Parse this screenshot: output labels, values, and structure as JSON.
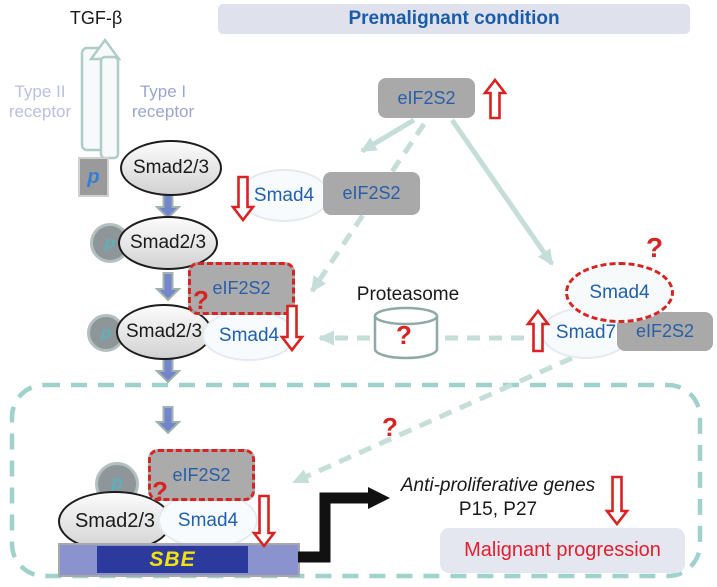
{
  "title": "Premalignant condition",
  "labels": {
    "ligand": "TGF-β",
    "receptor_type2": "Type II receptor",
    "receptor_type1": "Type I receptor",
    "phospho": "p",
    "smad23": "Smad2/3",
    "smad4": "Smad4",
    "smad7": "Smad7",
    "eif2s2": "eIF2S2",
    "proteasome": "Proteasome",
    "question": "?",
    "sbe": "SBE",
    "genes_title": "Anti-proliferative genes",
    "genes_items": "P15, P27",
    "malignant": "Malignant progression"
  },
  "colors": {
    "header_bg": "#dfe1ed",
    "header_text": "#1b5ca8",
    "protein_box_bg": "#a9a9a9",
    "protein_text_blue": "#2a5fa8",
    "red_accent": "#d92323",
    "chain_arrow_fill": "#7585cc",
    "signal_teal": "#c6ded9",
    "nucleus_border": "#9fd1cd",
    "sbe_outer": "#8a93ce",
    "sbe_inner": "#2b3a9c",
    "sbe_text": "#f2e30e",
    "malignant_bg": "#e4e6f0",
    "receptor_outline": "#aecdc8",
    "type2_label": "#b9c0e0",
    "type1_label": "#9aa5d3"
  }
}
